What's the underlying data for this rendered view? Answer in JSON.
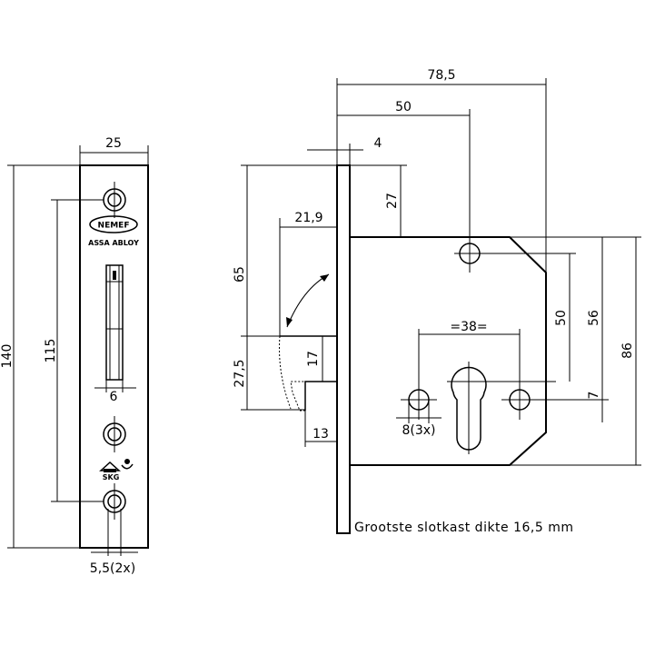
{
  "dims": {
    "faceplate_width": "25",
    "faceplate_height": "140",
    "hole_spacing": "115",
    "slot_width": "6",
    "hole_diameter": "5,5(2x)",
    "overall_depth": "78,5",
    "backset": "50",
    "plate_thickness": "4",
    "top_offset": "27",
    "latch_projection": "21,9",
    "latch_height": "65",
    "bolt_offset": "27,5",
    "bolt_height": "17",
    "bolt_throw": "13",
    "cylinder_spacing": "=38=",
    "cylinder_distance": "50",
    "case_56": "56",
    "case_height": "86",
    "small_offset": "7",
    "fixing_holes": "8(3x)"
  },
  "labels": {
    "brand": "NEMEF",
    "brand_sub": "ASSA ABLOY",
    "cert": "SKG",
    "note": "Grootste slotkast dikte 16,5 mm"
  },
  "icons": {
    "brand": "nemef-logo-icon",
    "cert": "skg-house-icon",
    "arrow": "curved-arrow-icon"
  }
}
